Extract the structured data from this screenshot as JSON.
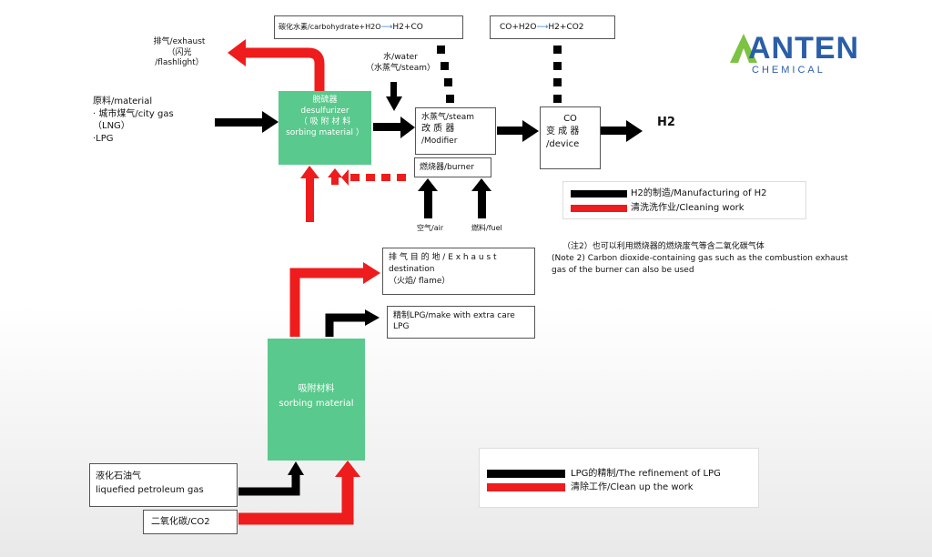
{
  "top_eq1": {
    "left": "碳化水素/carbohydrate+H2O",
    "arrow": "⟶",
    "right": "H2+CO"
  },
  "top_eq2": {
    "left": "CO+H2O",
    "arrow": "⟶",
    "right": "H2+CO2"
  },
  "logo": {
    "name": "ANTEN",
    "sub": "CHEMICAL"
  },
  "exhaust_top": {
    "l1": "排气/exhaust",
    "l2": "（闪光",
    "l3": "/flashlight）"
  },
  "water": {
    "l1": "水/water",
    "l2": "（水蒸气/steam）"
  },
  "material": {
    "l1": "原料/material",
    "l2": "· 城市煤气/city gas",
    "l3": "（LNG）",
    "l4": "·LPG"
  },
  "desulfurizer": {
    "l1": "脱硫器",
    "l2": "desulfurizer",
    "l3": "（ 吸 附 材 料",
    "l4": "sorbing material ）"
  },
  "modifier": {
    "l1": "水蒸气/steam",
    "l2": "改 质 器",
    "l3": "/Modifier"
  },
  "co_device": {
    "l1": "CO",
    "l2": "变 成 器",
    "l3": "/device"
  },
  "h2_out": "H2",
  "burner": "燃烧器/burner",
  "air": "空气/air",
  "fuel": "燃料/fuel",
  "legend1": {
    "black": "H2的制造/Manufacturing of H2",
    "red": "清洗洗作业/Cleaning work"
  },
  "note": {
    "l1": "（注2）也可以利用燃烧器的燃烧废气等含二氧化碳气体",
    "l2": "(Note 2) Carbon dioxide-containing gas such as the combustion exhaust",
    "l3": "gas of the burner can also be used"
  },
  "exhaust_dest": {
    "l1": "排 气 目 的 地 / E x h a u s t",
    "l2": "destination",
    "l3": "（火焰/ flame）"
  },
  "refined": {
    "l1": "精制LPG/make with extra care",
    "l2": "LPG"
  },
  "sorbing": {
    "l1": "吸附材料",
    "l2": "sorbing material"
  },
  "lpg_in": {
    "l1": "液化石油气",
    "l2": "liquefied petroleum gas"
  },
  "co2_in": "二氧化碳/CO2",
  "legend2": {
    "black": "LPG的精制/The refinement of LPG",
    "red": "清除工作/Clean up the work"
  },
  "colors": {
    "green": "#5ac98d",
    "red": "#ee1c1c",
    "black": "#000000",
    "logo_blue": "#2a5ea8",
    "logo_green": "#7cc243"
  }
}
